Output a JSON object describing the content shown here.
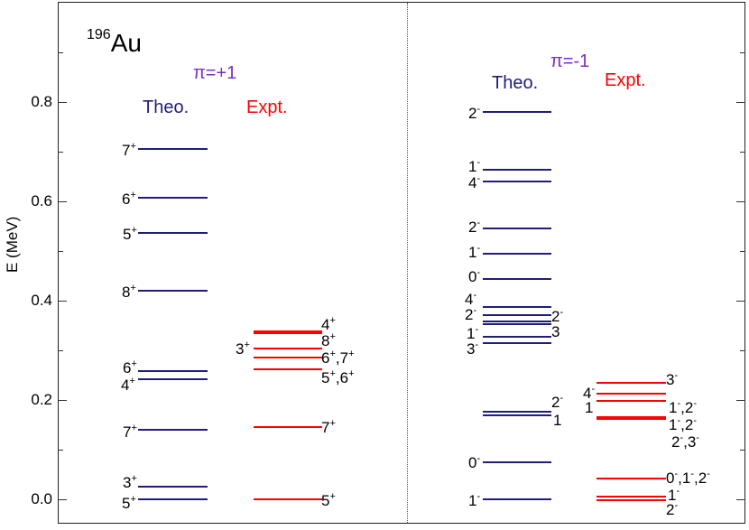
{
  "chart_data": {
    "type": "level-scheme",
    "title": "196Au",
    "nucleus": {
      "mass": "196",
      "symbol": "Au"
    },
    "ylabel": "E (MeV)",
    "xlabel": "",
    "ylim": [
      -0.05,
      1.0
    ],
    "yticks": [
      0.0,
      0.2,
      0.4,
      0.6,
      0.8
    ],
    "ytick_labels": [
      "0.0",
      "0.2",
      "0.4",
      "0.6",
      "0.8"
    ],
    "minor_ticks": [
      0.1,
      0.3,
      0.5,
      0.7,
      0.9
    ],
    "grid": false,
    "colors": {
      "theo": "#1f1f7a",
      "expt": "#ff0000",
      "parity": "#7a2fc8"
    },
    "panels": [
      {
        "parity_label": "π=+1",
        "columns": [
          {
            "name": "Theo.",
            "levels": [
              {
                "E": 0.705,
                "label": "7",
                "sign": "+"
              },
              {
                "E": 0.607,
                "label": "6",
                "sign": "+"
              },
              {
                "E": 0.536,
                "label": "5",
                "sign": "+"
              },
              {
                "E": 0.42,
                "label": "8",
                "sign": "+"
              },
              {
                "E": 0.258,
                "label": "6",
                "sign": "+"
              },
              {
                "E": 0.242,
                "label": "4",
                "sign": "+"
              },
              {
                "E": 0.14,
                "label": "7",
                "sign": "+"
              },
              {
                "E": 0.025,
                "label": "3",
                "sign": "+"
              },
              {
                "E": 0.0,
                "label": "5",
                "sign": "+"
              }
            ]
          },
          {
            "name": "Expt.",
            "levels": [
              {
                "E": 0.336,
                "label": "4+ / 8+",
                "thick": true
              },
              {
                "E": 0.304,
                "label": "3+"
              },
              {
                "E": 0.285,
                "label": "6+,7+"
              },
              {
                "E": 0.262,
                "label": "5+,6+"
              },
              {
                "E": 0.145,
                "label": "7+"
              },
              {
                "E": 0.0,
                "label": "5+"
              }
            ]
          }
        ]
      },
      {
        "parity_label": "π=-1",
        "columns": [
          {
            "name": "Theo.",
            "levels": [
              {
                "E": 0.78,
                "label": "2-"
              },
              {
                "E": 0.664,
                "label": "1-"
              },
              {
                "E": 0.64,
                "label": "4-"
              },
              {
                "E": 0.545,
                "label": "2-"
              },
              {
                "E": 0.495,
                "label": "1-"
              },
              {
                "E": 0.444,
                "label": "0-"
              },
              {
                "E": 0.387,
                "label": "4-"
              },
              {
                "E": 0.371,
                "label": "2-"
              },
              {
                "E": 0.358,
                "label": "2-"
              },
              {
                "E": 0.355,
                "label": "1-"
              },
              {
                "E": 0.327,
                "label": "3"
              },
              {
                "E": 0.315,
                "label": "3-"
              },
              {
                "E": 0.175,
                "label": "2-"
              },
              {
                "E": 0.169,
                "label": "1"
              },
              {
                "E": 0.075,
                "label": "0-"
              },
              {
                "E": 0.0,
                "label": "1-"
              }
            ]
          },
          {
            "name": "Expt.",
            "levels": [
              {
                "E": 0.235,
                "label": "3-"
              },
              {
                "E": 0.213,
                "label": "4-"
              },
              {
                "E": 0.198,
                "label": "1 / 1-,2-"
              },
              {
                "E": 0.164,
                "label": "1-,2- / 2-,3-",
                "thick": true
              },
              {
                "E": 0.042,
                "label": "0-,1-,2-"
              },
              {
                "E": 0.005,
                "label": "1-"
              },
              {
                "E": 0.0,
                "label": "2-"
              }
            ]
          }
        ]
      }
    ]
  },
  "axis": {
    "ylabel": "E (MeV)",
    "t0": "0.0",
    "t2": "0.2",
    "t4": "0.4",
    "t6": "0.6",
    "t8": "0.8"
  },
  "header": {
    "mass": "196",
    "symbol": "Au",
    "pos_parity": "π=+1",
    "neg_parity": "π=-1",
    "theo": "Theo.",
    "expt": "Expt."
  },
  "labels": {
    "plus": "+",
    "minus": "-",
    "n0": "0",
    "n1": "1",
    "n2": "2",
    "n3": "3",
    "n4": "4",
    "n5": "5",
    "n6": "6",
    "n7": "7",
    "n8": "8",
    "comma": ","
  }
}
